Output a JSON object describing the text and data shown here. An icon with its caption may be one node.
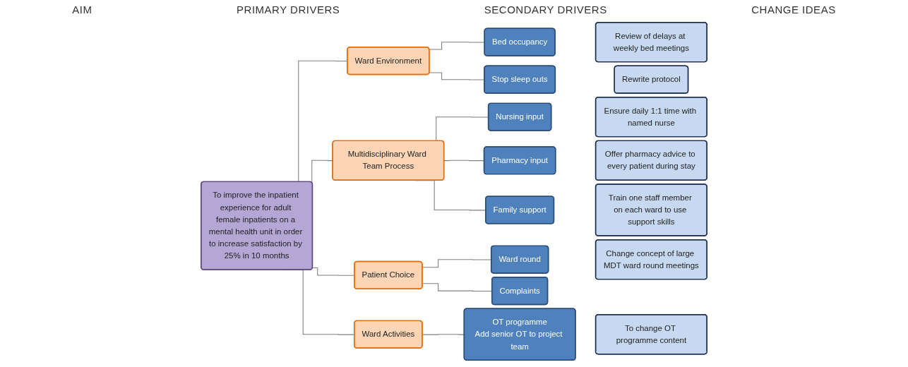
{
  "diagram": {
    "nodes": [
      {
        "text": [
          "To improve the inpatient experience for adult female inpatients on a mental health unit in order to increase satisfaction by 25% in 10 months"
        ]
      },
      {
        "text": [
          "Ward Environment"
        ]
      },
      {
        "text": [
          "Multidisciplinary Ward Team Process"
        ]
      },
      {
        "text": [
          "Patient Choice"
        ]
      },
      {
        "text": [
          "Ward Activities"
        ]
      },
      {
        "text": [
          "Bed occupancy"
        ]
      },
      {
        "text": [
          "Stop sleep outs"
        ]
      },
      {
        "text": [
          "Nursing input"
        ]
      },
      {
        "text": [
          "Pharmacy input"
        ]
      },
      {
        "text": [
          "Family support"
        ]
      },
      {
        "text": [
          "Ward round"
        ]
      },
      {
        "text": [
          "Complaints"
        ]
      },
      {
        "text": [
          "OT programme",
          "Add senior OT to project team"
        ]
      },
      {
        "text": [
          "Review of delays at weekly bed meetings"
        ]
      },
      {
        "text": [
          "Rewrite protocol"
        ]
      },
      {
        "text": [
          "Ensure daily 1:1 time with named nurse"
        ]
      },
      {
        "text": [
          "Offer pharmacy advice to every patient during stay"
        ]
      },
      {
        "text": [
          "Train one staff member on each ward to use support skills"
        ]
      },
      {
        "text": [
          "Change concept of large MDT ward round meetings"
        ]
      },
      {
        "text": [
          "To change OT programme content"
        ]
      }
    ],
    "edges": [
      {
        "from": 0,
        "to": 1,
        "arrow": "none"
      },
      {
        "from": 0,
        "to": 2,
        "arrow": "none"
      },
      {
        "from": 0,
        "to": 3,
        "arrow": "none"
      },
      {
        "from": 0,
        "to": 4,
        "arrow": "none"
      },
      {
        "from": 1,
        "to": 5,
        "arrow": "none"
      },
      {
        "from": 1,
        "to": 6,
        "arrow": "none"
      },
      {
        "from": 2,
        "to": 7,
        "arrow": "none"
      },
      {
        "from": 2,
        "to": 8,
        "arrow": "none"
      },
      {
        "from": 2,
        "to": 9,
        "arrow": "none"
      },
      {
        "from": 3,
        "to": 10,
        "arrow": "none"
      },
      {
        "from": 3,
        "to": 11,
        "arrow": "none"
      },
      {
        "from": 4,
        "to": 12,
        "arrow": "none"
      }
    ],
    "labels": [
      "AIM",
      "PRIMARY DRIVERS",
      "SECONDARY DRIVERS",
      "CHANGE IDEAS"
    ]
  }
}
